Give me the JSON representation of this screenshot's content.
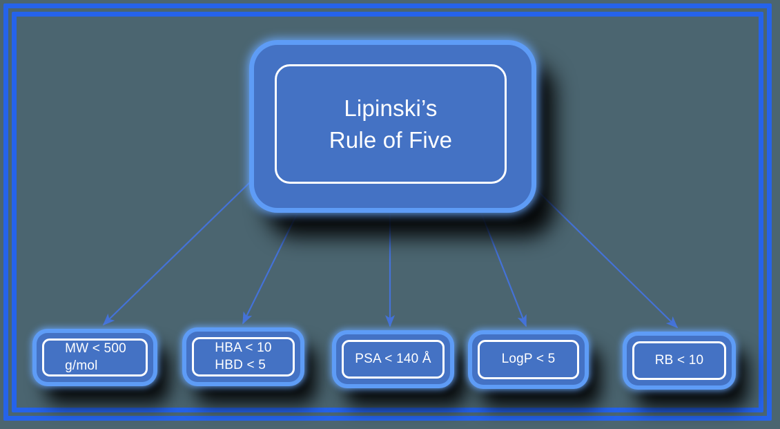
{
  "diagram": {
    "title": "Lipinski's Rule of Five",
    "background_color": "#4b6570",
    "node_fill_color": "#4472c4",
    "node_glow_color": "#5e9cf6",
    "connector_color": "#4472d8",
    "frame_color": "#2563eb",
    "root": {
      "label": "Lipinski’s\nRule of Five"
    },
    "rules": [
      {
        "label": "MW < 500\ng/mol"
      },
      {
        "label": "HBA < 10\nHBD < 5"
      },
      {
        "label": "PSA < 140 Å"
      },
      {
        "label": "LogP < 5"
      },
      {
        "label": "RB < 10"
      }
    ]
  }
}
